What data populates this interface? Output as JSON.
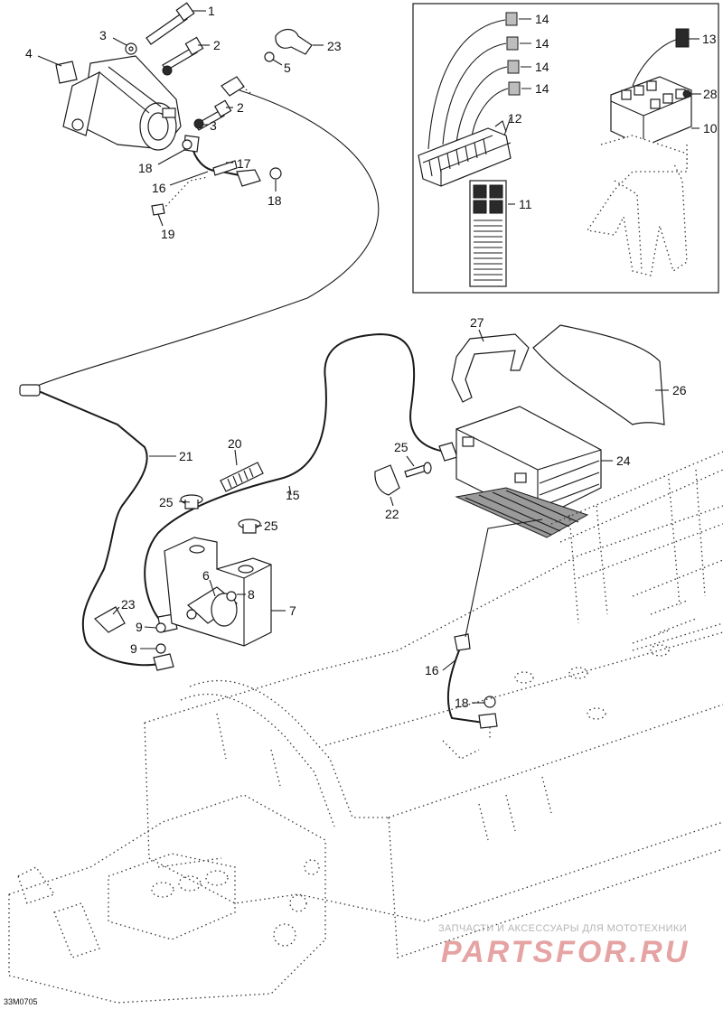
{
  "diagram": {
    "drawing_code": "33M0705",
    "watermark": {
      "subtitle": "ЗАПЧАСТИ И АКСЕССУАРЫ ДЛЯ МОТОТЕХНИКИ",
      "brand": "PARTSFOR.RU"
    },
    "callouts": [
      {
        "id": "c1",
        "label": "1"
      },
      {
        "id": "c2a",
        "label": "2"
      },
      {
        "id": "c2b",
        "label": "2"
      },
      {
        "id": "c3a",
        "label": "3"
      },
      {
        "id": "c3b",
        "label": "3"
      },
      {
        "id": "c4",
        "label": "4"
      },
      {
        "id": "c5",
        "label": "5"
      },
      {
        "id": "c23a",
        "label": "23"
      },
      {
        "id": "c17",
        "label": "17"
      },
      {
        "id": "c18a",
        "label": "18"
      },
      {
        "id": "c16a",
        "label": "16"
      },
      {
        "id": "c18b",
        "label": "18"
      },
      {
        "id": "c19",
        "label": "19"
      },
      {
        "id": "c14a",
        "label": "14"
      },
      {
        "id": "c14b",
        "label": "14"
      },
      {
        "id": "c14c",
        "label": "14"
      },
      {
        "id": "c14d",
        "label": "14"
      },
      {
        "id": "c12",
        "label": "12"
      },
      {
        "id": "c11",
        "label": "11"
      },
      {
        "id": "c13",
        "label": "13"
      },
      {
        "id": "c28",
        "label": "28"
      },
      {
        "id": "c10",
        "label": "10"
      },
      {
        "id": "c27",
        "label": "27"
      },
      {
        "id": "c26",
        "label": "26"
      },
      {
        "id": "c25a",
        "label": "25"
      },
      {
        "id": "c24",
        "label": "24"
      },
      {
        "id": "c22",
        "label": "22"
      },
      {
        "id": "c20",
        "label": "20"
      },
      {
        "id": "c21",
        "label": "21"
      },
      {
        "id": "c15",
        "label": "15"
      },
      {
        "id": "c25b",
        "label": "25"
      },
      {
        "id": "c25c",
        "label": "25"
      },
      {
        "id": "c6",
        "label": "6"
      },
      {
        "id": "c8",
        "label": "8"
      },
      {
        "id": "c7",
        "label": "7"
      },
      {
        "id": "c23b",
        "label": "23"
      },
      {
        "id": "c9a",
        "label": "9"
      },
      {
        "id": "c9b",
        "label": "9"
      },
      {
        "id": "c16b",
        "label": "16"
      },
      {
        "id": "c18c",
        "label": "18"
      }
    ]
  }
}
